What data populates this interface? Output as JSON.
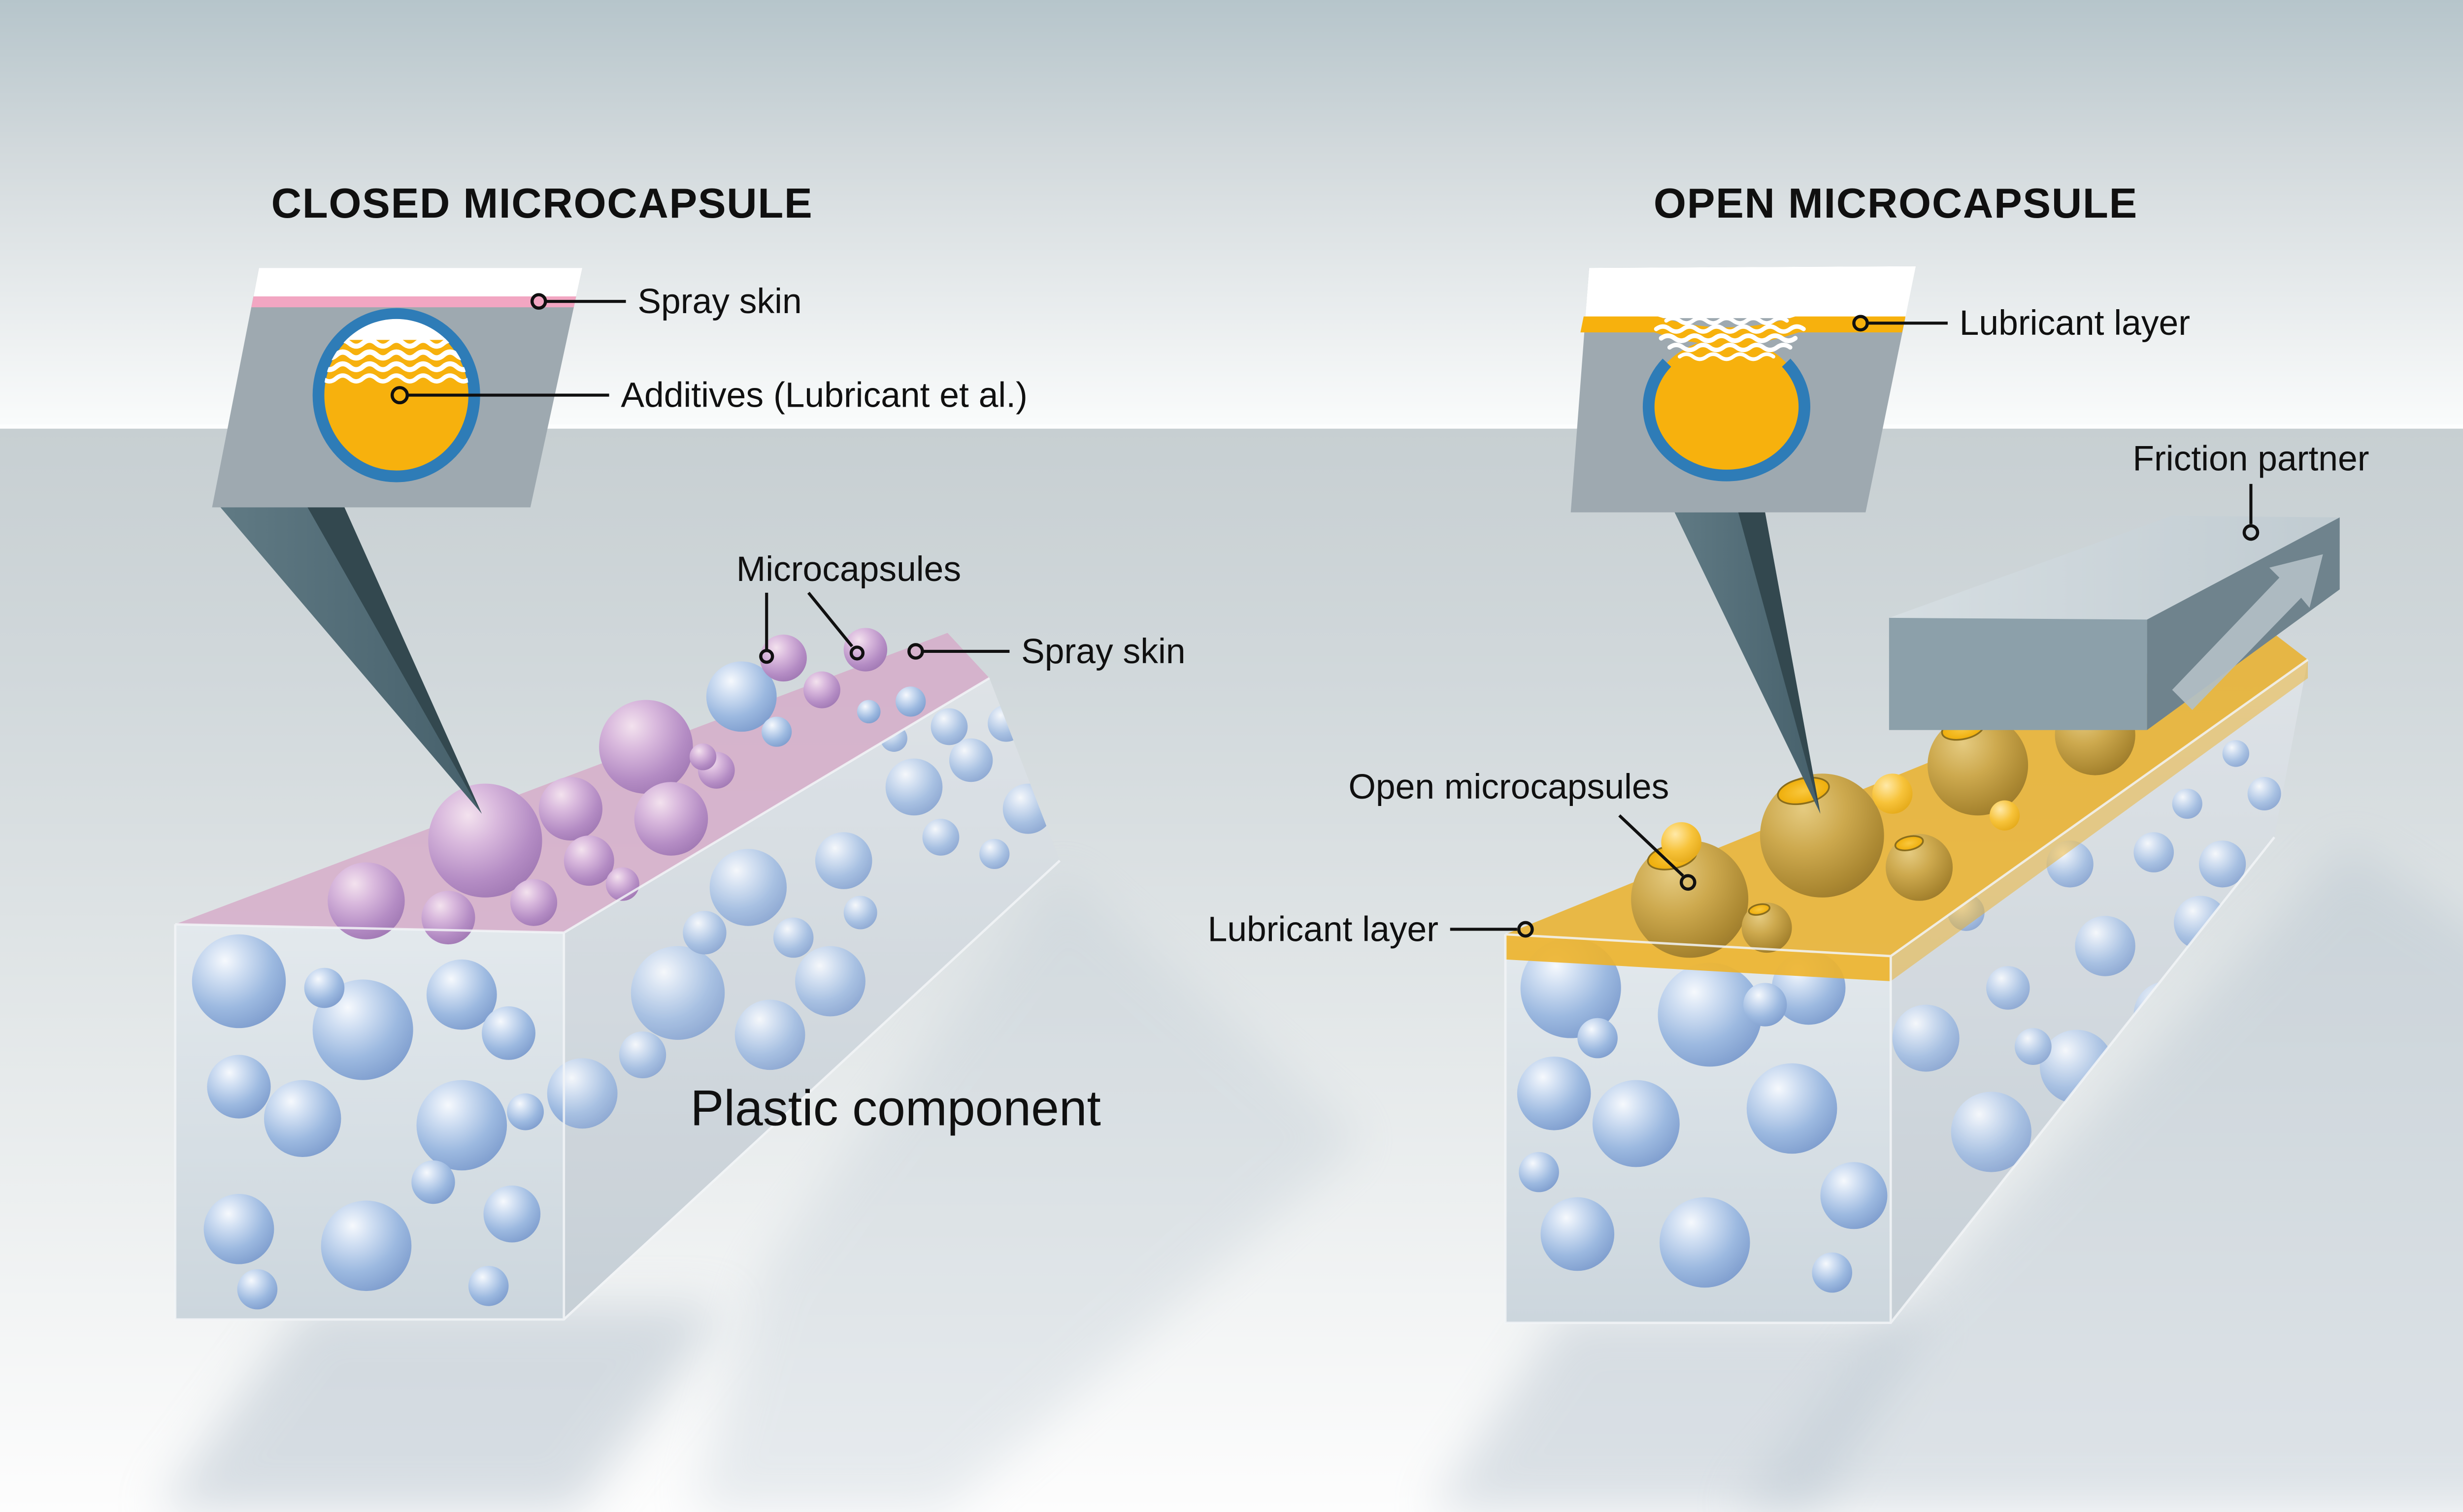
{
  "titles": {
    "left": "CLOSED MICROCAPSULE",
    "right": "OPEN MICROCAPSULE"
  },
  "labels": {
    "left_inset_spray_skin": "Spray skin",
    "left_inset_additives": "Additives (Lubricant et al.)",
    "left_microcapsules": "Microcapsules",
    "left_block_spray_skin": "Spray skin",
    "plastic_component": "Plastic component",
    "right_inset_lubricant_layer": "Lubricant layer",
    "friction_partner": "Friction partner",
    "open_microcapsules": "Open microcapsules",
    "right_block_lubricant_layer": "Lubricant layer"
  },
  "colors": {
    "background_top": "#b6c5cb",
    "background_floor": "#c7cfd2",
    "label_text": "#101010",
    "spray_skin_pink": "#f2a6c2",
    "spray_skin_surface": "#d5abc8",
    "lubricant_yellow": "#f7b10d",
    "lubricant_surface": "#eab02a",
    "capsule_ring_blue": "#2e7cb7",
    "inset_gray": "#9ea9b0",
    "needle_gray": "#546e79",
    "needle_dark": "#33484f",
    "friction_top": "#ccd5da",
    "friction_front": "#8ca0aa",
    "friction_side": "#6f838d",
    "friction_arrow": "#b2bfc6",
    "sphere_blue": "#9fbce0",
    "sphere_purple": "#b48cc4",
    "sphere_olive": "#bb9a3e"
  },
  "spheres": {
    "left_blue": [
      [
        189,
        586,
        28
      ],
      [
        263,
        615,
        30
      ],
      [
        322,
        594,
        21
      ],
      [
        350,
        617,
        16
      ],
      [
        240,
        590,
        12
      ],
      [
        189,
        649,
        19
      ],
      [
        227,
        668,
        23
      ],
      [
        322,
        672,
        27
      ],
      [
        360,
        664,
        11
      ],
      [
        305,
        706,
        13
      ],
      [
        189,
        734,
        21
      ],
      [
        265,
        744,
        27
      ],
      [
        352,
        725,
        17
      ],
      [
        200,
        770,
        12
      ],
      [
        338,
        768,
        12
      ],
      [
        394,
        653,
        21
      ],
      [
        451,
        593,
        28
      ],
      [
        506,
        618,
        21
      ],
      [
        542,
        586,
        21
      ],
      [
        493,
        530,
        23
      ],
      [
        550,
        514,
        17
      ],
      [
        592,
        470,
        17
      ],
      [
        626,
        454,
        13
      ],
      [
        660,
        483,
        15
      ],
      [
        613,
        434,
        11
      ],
      [
        647,
        432,
        11
      ],
      [
        580,
        441,
        8
      ],
      [
        467,
        557,
        13
      ],
      [
        430,
        630,
        14
      ],
      [
        520,
        560,
        12
      ],
      [
        476,
        481,
        10
      ],
      [
        560,
        545,
        10
      ],
      [
        608,
        500,
        11
      ],
      [
        640,
        510,
        9
      ]
    ],
    "left_blue_top": [
      [
        489,
        416,
        21
      ],
      [
        510,
        437,
        9
      ],
      [
        590,
        419,
        9
      ],
      [
        565,
        425,
        7
      ]
    ],
    "left_purple": [
      [
        336,
        502,
        34
      ],
      [
        265,
        538,
        23
      ],
      [
        314,
        548,
        16
      ],
      [
        387,
        483,
        19
      ],
      [
        365,
        539,
        14
      ],
      [
        432,
        446,
        28
      ],
      [
        398,
        514,
        15
      ],
      [
        447,
        489,
        22
      ],
      [
        474,
        460,
        11
      ],
      [
        514,
        393,
        14
      ],
      [
        537,
        412,
        11
      ],
      [
        563,
        388,
        13
      ],
      [
        466,
        452,
        8
      ],
      [
        418,
        528,
        10
      ]
    ],
    "right_blue": [
      [
        984,
        590,
        30
      ],
      [
        1067,
        606,
        31
      ],
      [
        1126,
        590,
        22
      ],
      [
        1100,
        600,
        13
      ],
      [
        974,
        653,
        22
      ],
      [
        1023,
        671,
        26
      ],
      [
        1116,
        662,
        27
      ],
      [
        1000,
        620,
        12
      ],
      [
        988,
        737,
        22
      ],
      [
        1064,
        742,
        27
      ],
      [
        1153,
        714,
        20
      ],
      [
        1140,
        760,
        12
      ],
      [
        965,
        700,
        12
      ],
      [
        1196,
        620,
        20
      ],
      [
        1235,
        676,
        24
      ],
      [
        1286,
        637,
        22
      ],
      [
        1340,
        606,
        20
      ],
      [
        1303,
        565,
        18
      ],
      [
        1360,
        551,
        16
      ],
      [
        1373,
        516,
        14
      ],
      [
        1332,
        509,
        12
      ],
      [
        1282,
        516,
        14
      ],
      [
        1398,
        474,
        10
      ],
      [
        1381,
        450,
        8
      ],
      [
        1245,
        590,
        13
      ],
      [
        1220,
        545,
        11
      ],
      [
        1352,
        480,
        9
      ],
      [
        1260,
        625,
        11
      ]
    ],
    "right_olive": [
      [
        1055,
        537,
        35
      ],
      [
        1134,
        499,
        37
      ],
      [
        1227,
        457,
        30
      ],
      [
        1297,
        439,
        24
      ],
      [
        1192,
        518,
        20
      ],
      [
        1101,
        554,
        15
      ]
    ],
    "right_bright": [
      [
        1050,
        503,
        12
      ],
      [
        1176,
        474,
        12
      ],
      [
        1243,
        487,
        9
      ]
    ]
  }
}
